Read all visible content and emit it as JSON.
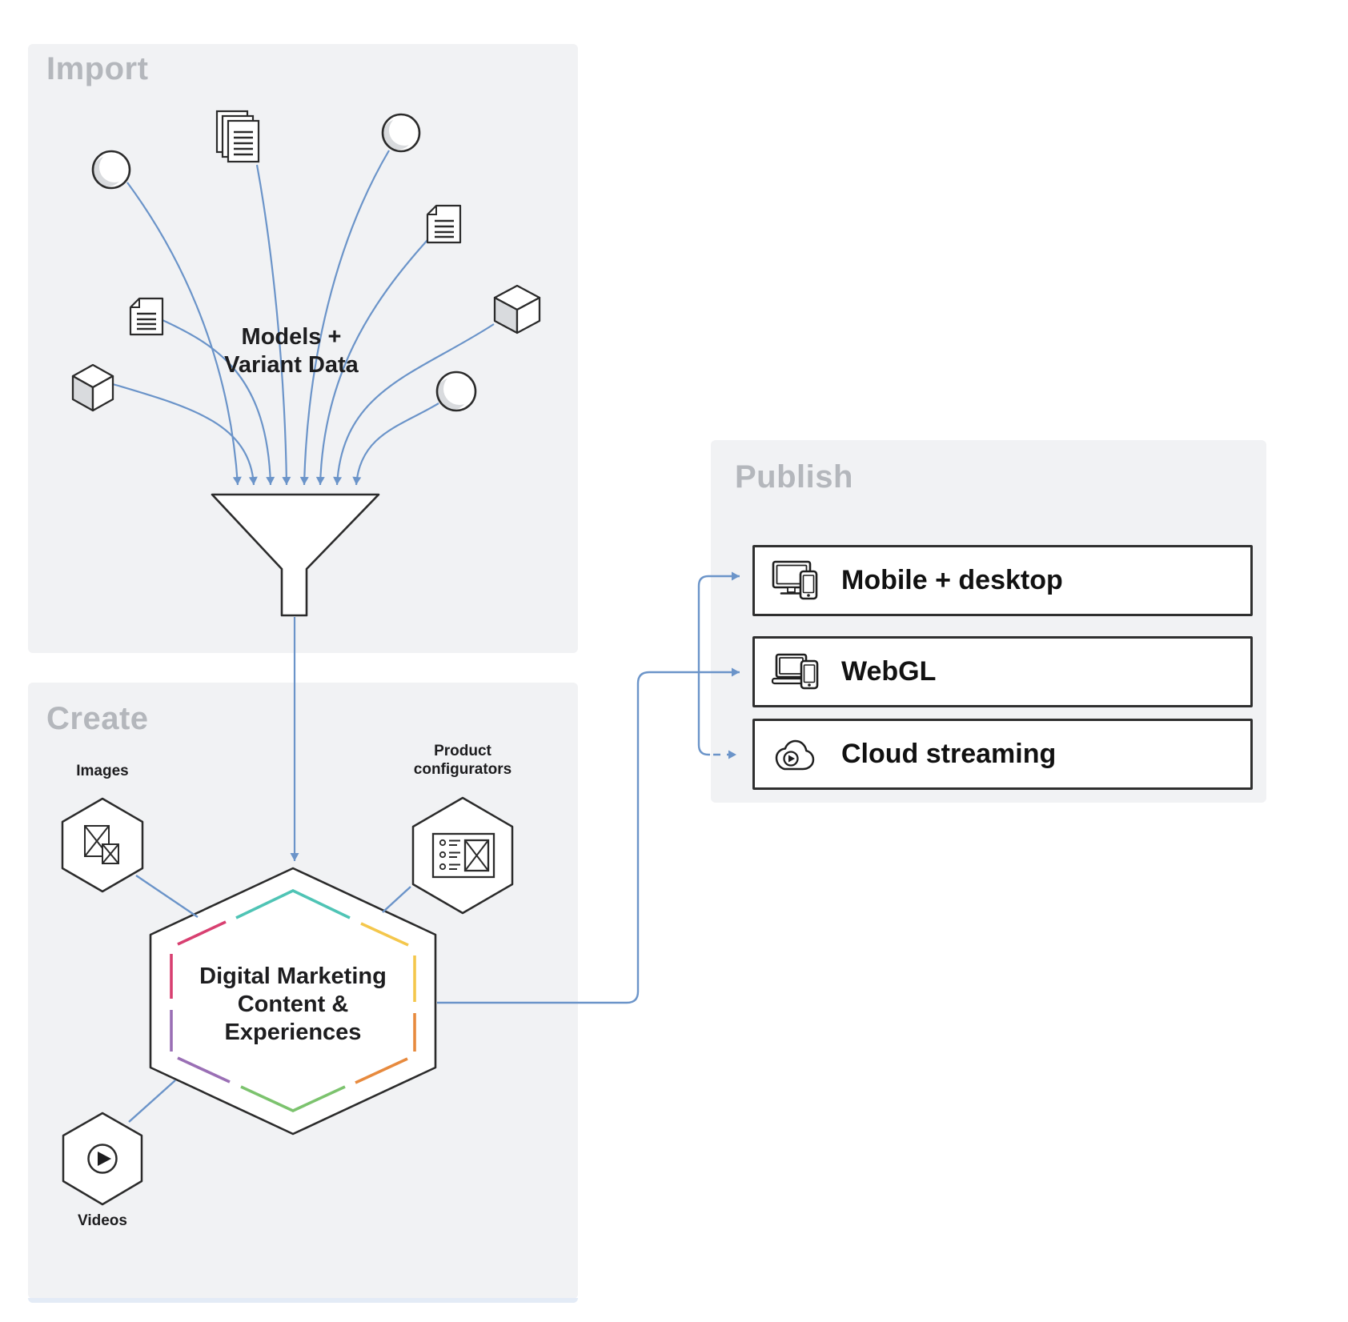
{
  "panels": {
    "import": {
      "title": "Import"
    },
    "create": {
      "title": "Create"
    },
    "publish": {
      "title": "Publish"
    }
  },
  "import": {
    "funnel_label": "Models +\nVariant Data",
    "source_icons": [
      "sphere",
      "documents-stack",
      "sphere",
      "document",
      "document",
      "cube",
      "cube",
      "sphere"
    ],
    "sink_icon": "funnel"
  },
  "create": {
    "images_label": "Images",
    "product_configurators_label": "Product\nconfigurators",
    "videos_label": "Videos",
    "hexagon_label": "Digital Marketing\nContent &\nExperiences",
    "node_icons": [
      "image-placeholder",
      "configurator-form",
      "play-video"
    ]
  },
  "publish": {
    "items": [
      {
        "label": "Mobile + desktop",
        "icon": "desktop-mobile-icon"
      },
      {
        "label": "WebGL",
        "icon": "laptop-mobile-icon"
      },
      {
        "label": "Cloud streaming",
        "icon": "cloud-play-icon"
      }
    ]
  },
  "colors": {
    "panel_bg": "#f1f2f4",
    "title_gray": "#b4b7bc",
    "line_blue": "#6b94c9",
    "stroke_dark": "#2b2b2b",
    "text_dark": "#1d1d1f",
    "hex_teal": "#4fc4b5",
    "hex_pink": "#d84071",
    "hex_purple": "#9a6fb5",
    "hex_green": "#7cc36e",
    "hex_orange": "#e78a3e",
    "hex_yellow": "#f4c74c",
    "shade_gray": "#d9dbde"
  }
}
